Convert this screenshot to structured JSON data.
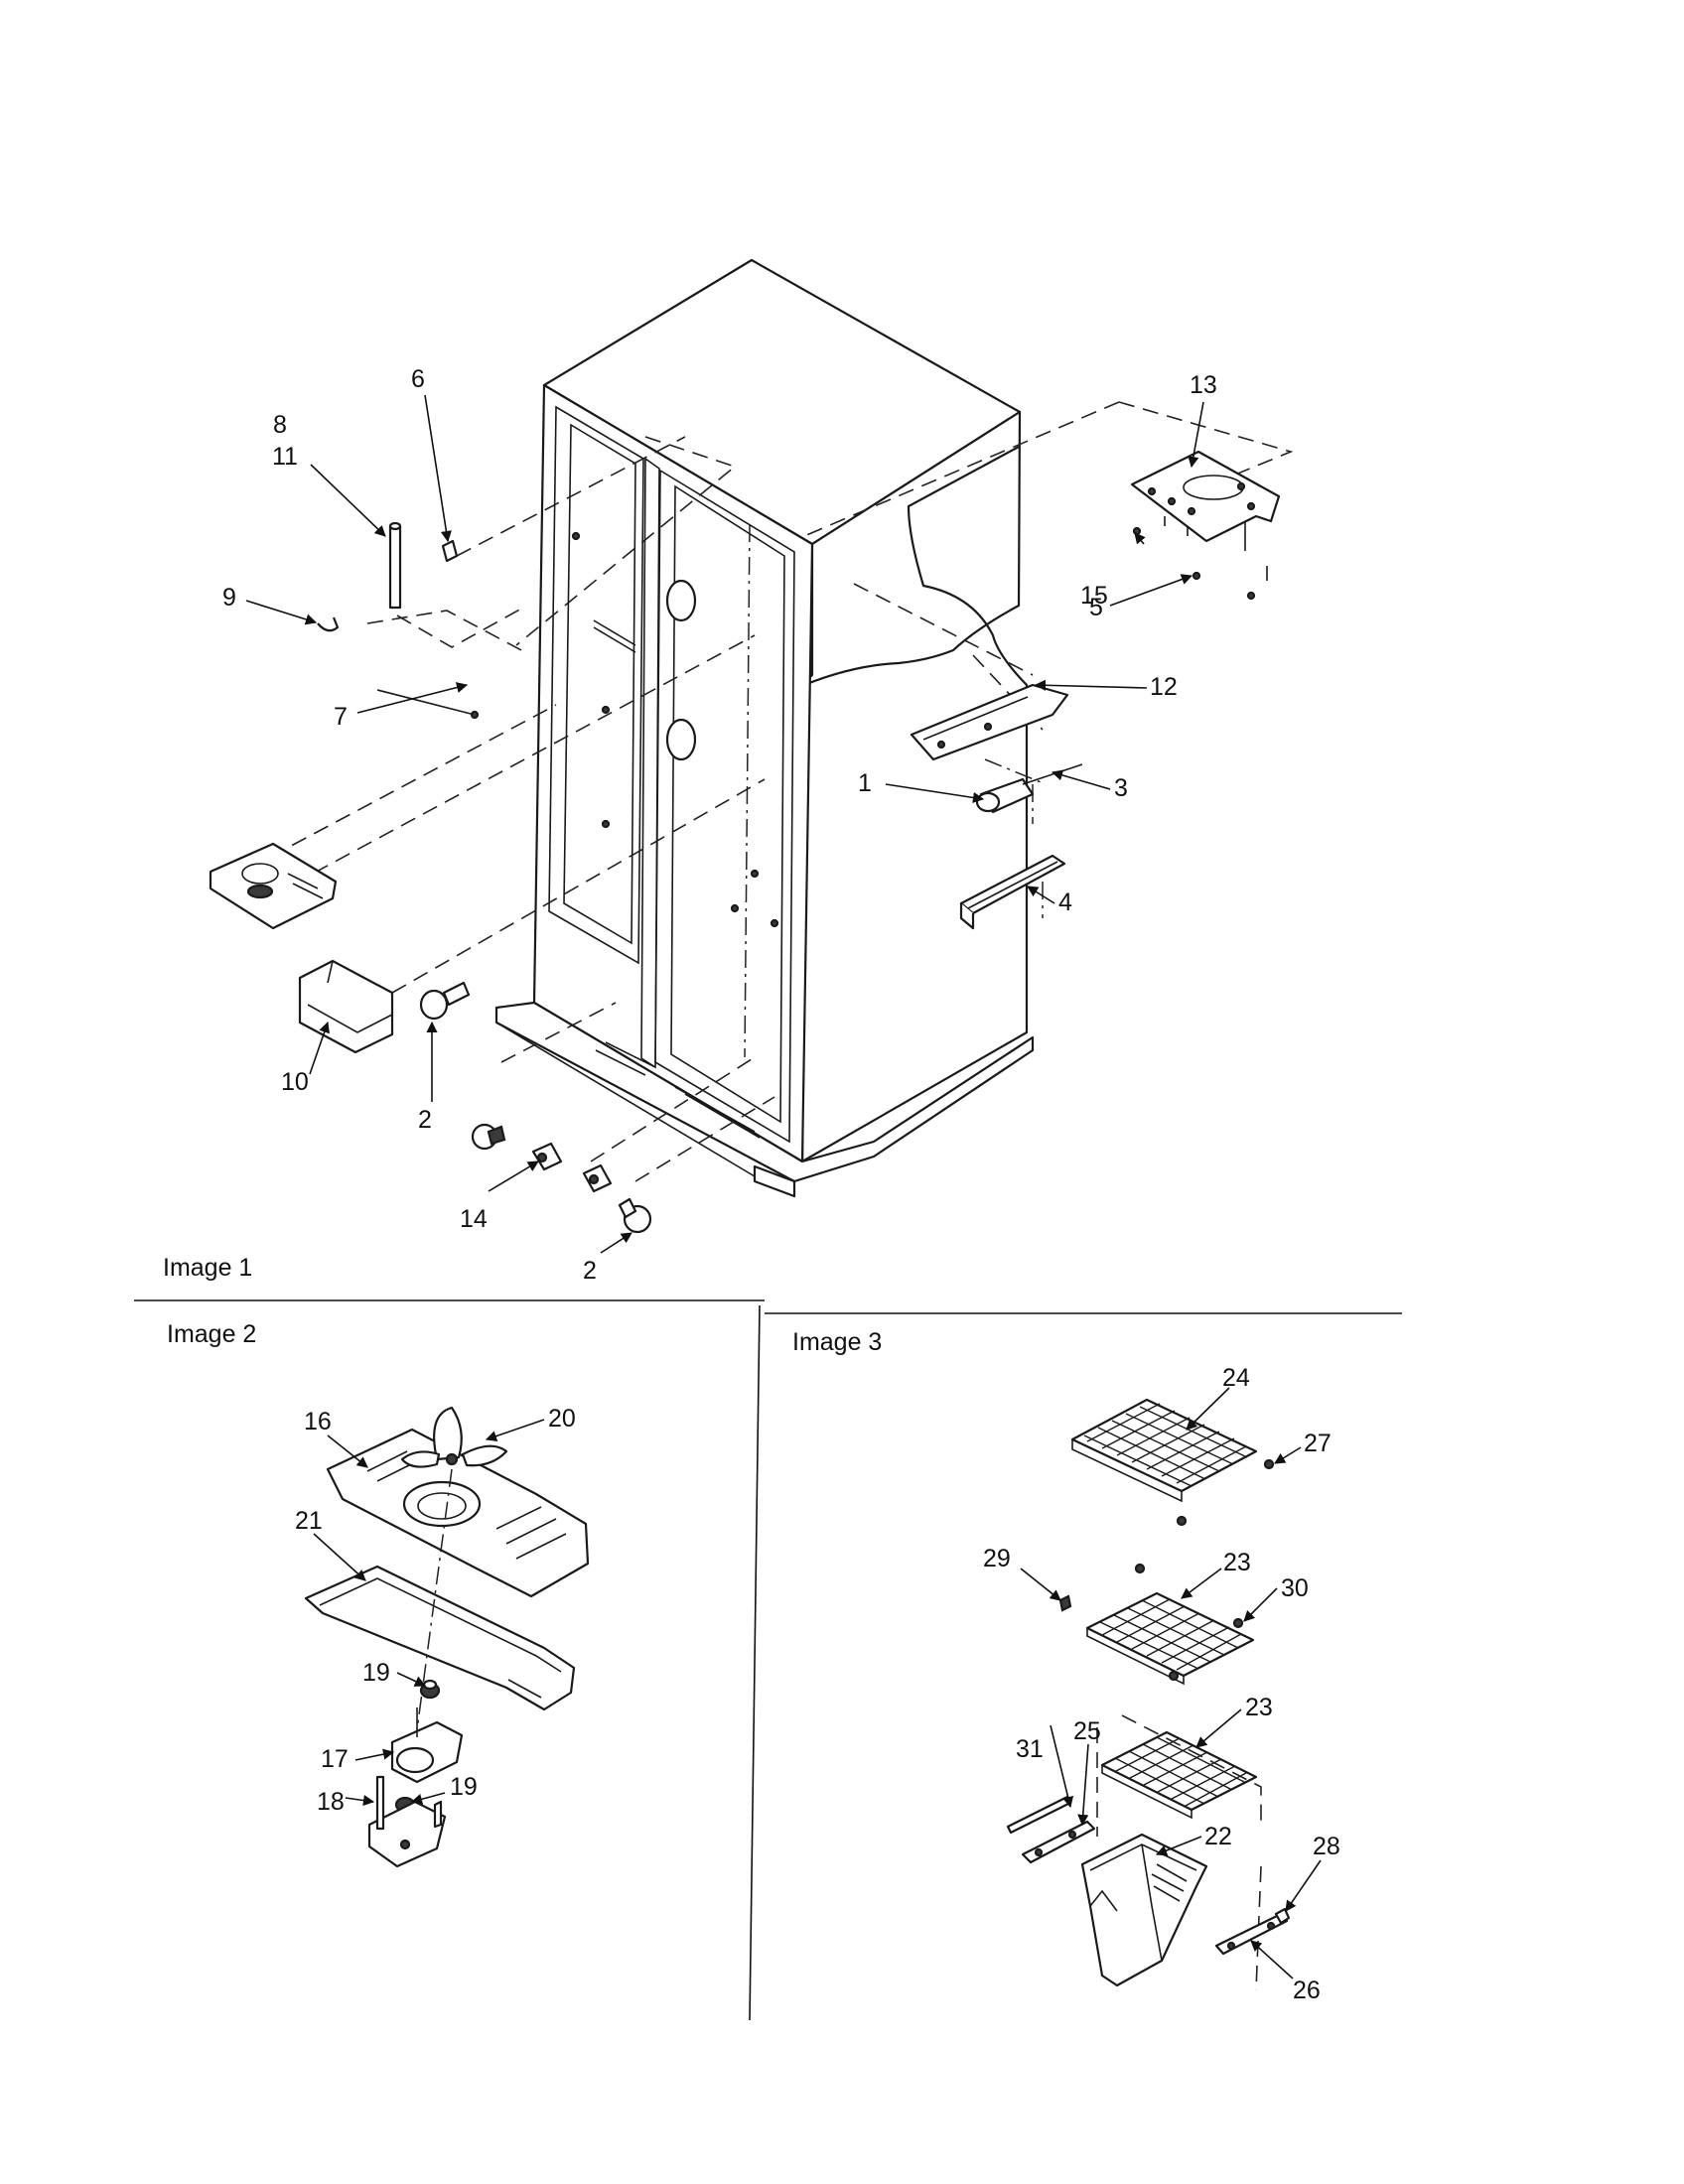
{
  "sections": [
    {
      "id": "image1",
      "label": "Image 1"
    },
    {
      "id": "image2",
      "label": "Image 2"
    },
    {
      "id": "image3",
      "label": "Image 3"
    }
  ],
  "callouts": {
    "image1": [
      "1",
      "2",
      "3",
      "4",
      "5",
      "6",
      "7",
      "8",
      "9",
      "10",
      "11",
      "12",
      "13",
      "14",
      "15"
    ],
    "image2": [
      "16",
      "17",
      "18",
      "19",
      "20",
      "21"
    ],
    "image3": [
      "22",
      "23",
      "24",
      "25",
      "26",
      "27",
      "28",
      "29",
      "30",
      "31"
    ]
  }
}
